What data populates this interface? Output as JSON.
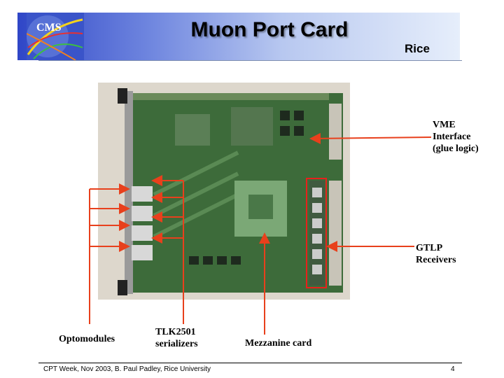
{
  "header": {
    "title": "Muon Port Card",
    "org": "Rice",
    "logo_text": "CMS"
  },
  "callouts": {
    "vme_line1": "VME",
    "vme_line2": "Interface",
    "vme_line3": "(glue logic)",
    "gtlp_line1": "GTLP",
    "gtlp_line2": "Receivers",
    "optomodules": "Optomodules",
    "tlk_line1": "TLK2501",
    "tlk_line2": "serializers",
    "mezzanine": "Mezzanine card"
  },
  "footer": {
    "text": "CPT Week, Nov 2003,  B. Paul Padley, Rice University",
    "page": "4"
  },
  "colors": {
    "arrow": "#e8401c",
    "highlight_box": "#e8201c",
    "pcb_green": "#3d6b3a",
    "header_blue": "#2f46c7"
  }
}
